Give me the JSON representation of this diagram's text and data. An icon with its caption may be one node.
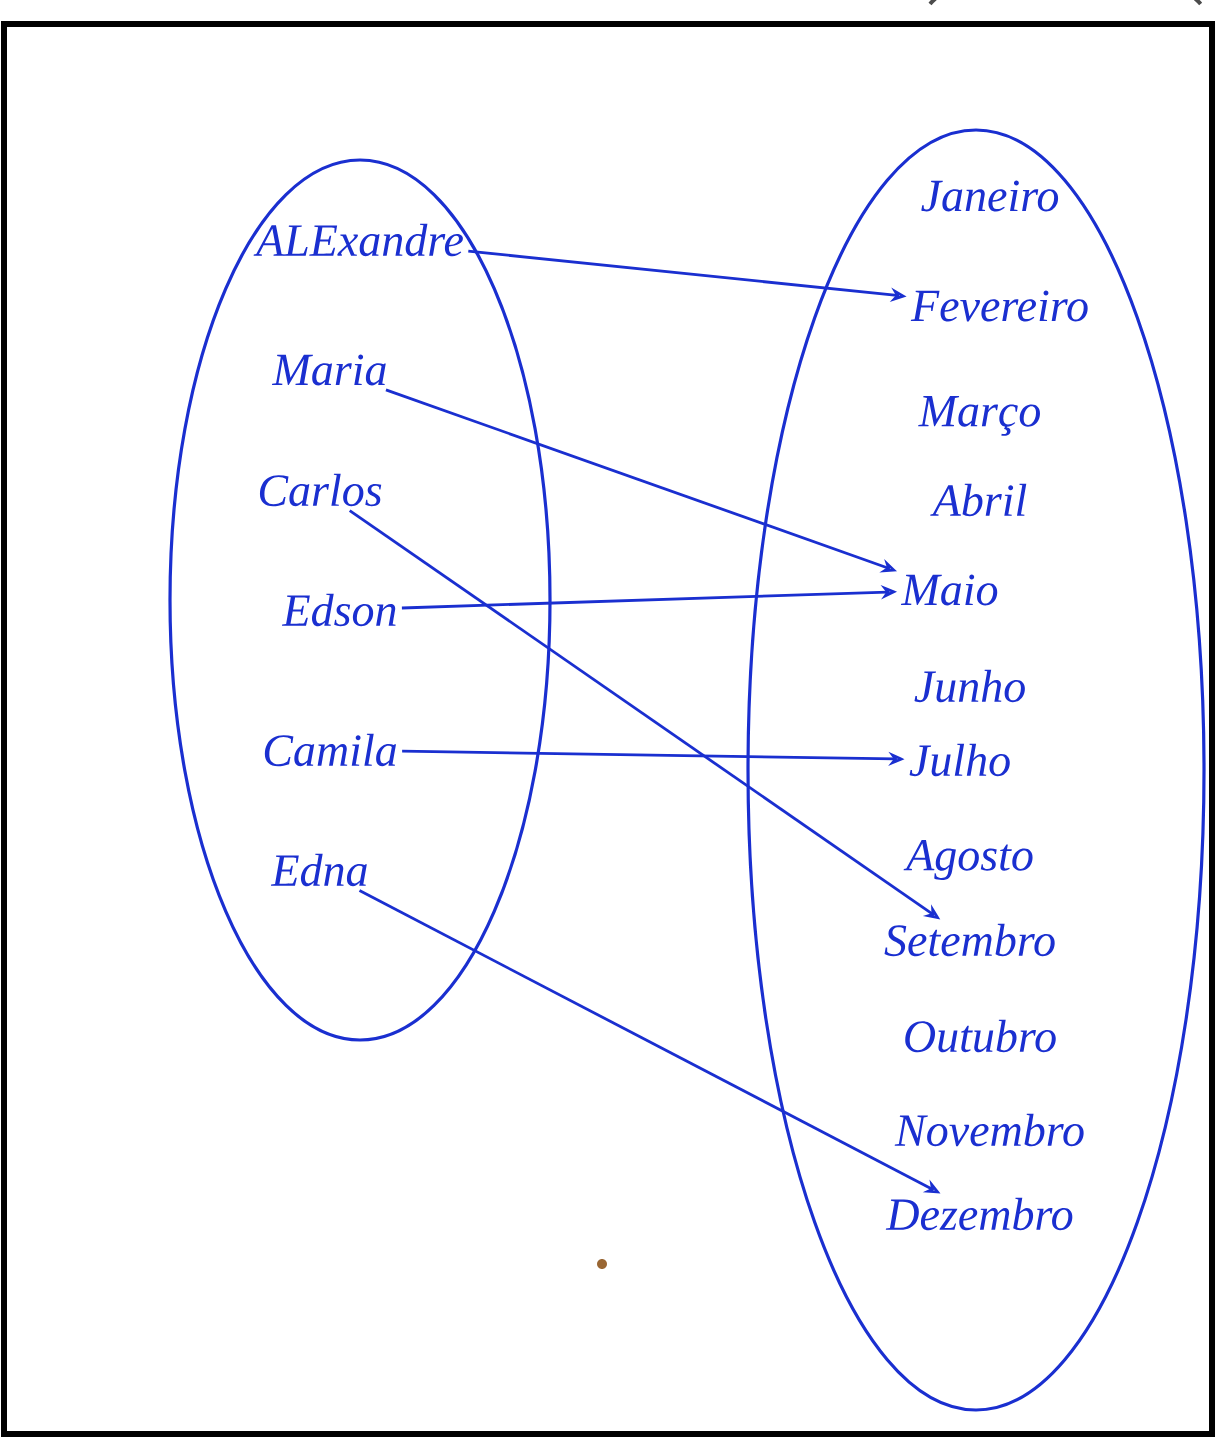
{
  "diagram": {
    "nodes": [
      {
        "text": [],
        "shape": "ellipse"
      },
      {
        "text": [
          "ALExandre"
        ],
        "in": 0
      },
      {
        "text": [
          "Maria"
        ],
        "in": 0
      },
      {
        "text": [
          "Carlos"
        ],
        "in": 0
      },
      {
        "text": [
          "Edson"
        ],
        "in": 0
      },
      {
        "text": [
          "Camila"
        ],
        "in": 0
      },
      {
        "text": [
          "Edna"
        ],
        "in": 0
      },
      {
        "text": [],
        "shape": "ellipse"
      },
      {
        "text": [
          "Janeiro"
        ],
        "in": 7
      },
      {
        "text": [
          "Fevereiro"
        ],
        "in": 7
      },
      {
        "text": [
          "Março"
        ],
        "in": 7
      },
      {
        "text": [
          "Abril"
        ],
        "in": 7
      },
      {
        "text": [
          "Maio"
        ],
        "in": 7
      },
      {
        "text": [
          "Junho"
        ],
        "in": 7
      },
      {
        "text": [
          "Julho"
        ],
        "in": 7
      },
      {
        "text": [
          "Agosto"
        ],
        "in": 7
      },
      {
        "text": [
          "Setembro"
        ],
        "in": 7
      },
      {
        "text": [
          "Outubro"
        ],
        "in": 7
      },
      {
        "text": [
          "Novembro"
        ],
        "in": 7
      },
      {
        "text": [
          "Dezembro"
        ],
        "in": 7
      }
    ],
    "edges": [
      {
        "from": 1,
        "to": 9,
        "arrow": "to"
      },
      {
        "from": 2,
        "to": 12,
        "arrow": "to"
      },
      {
        "from": 3,
        "to": 16,
        "arrow": "to"
      },
      {
        "from": 4,
        "to": 12,
        "arrow": "to"
      },
      {
        "from": 5,
        "to": 14,
        "arrow": "to"
      },
      {
        "from": 6,
        "to": 19,
        "arrow": "to"
      }
    ]
  }
}
